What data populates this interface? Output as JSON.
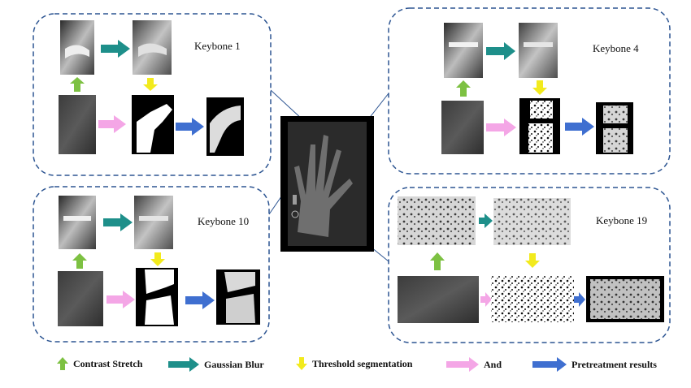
{
  "panels": [
    {
      "title": "Keybone 1"
    },
    {
      "title": "Keybone 4"
    },
    {
      "title": "Keybone 10"
    },
    {
      "title": "Keybone 19"
    }
  ],
  "legend": {
    "contrast_stretch": "Contrast Stretch",
    "gaussian_blur": "Gaussian Blur",
    "threshold_segmentation": "Threshold segmentation",
    "and": "And",
    "pretreatment_results": "Pretreatment results"
  },
  "colors": {
    "contrast_stretch": "#7dc142",
    "gaussian_blur": "#1e8f8a",
    "threshold_segmentation": "#f2ea1d",
    "and": "#f4a6e6",
    "pretreatment_results": "#3f6fd0",
    "panel_border": "#2d5592"
  }
}
